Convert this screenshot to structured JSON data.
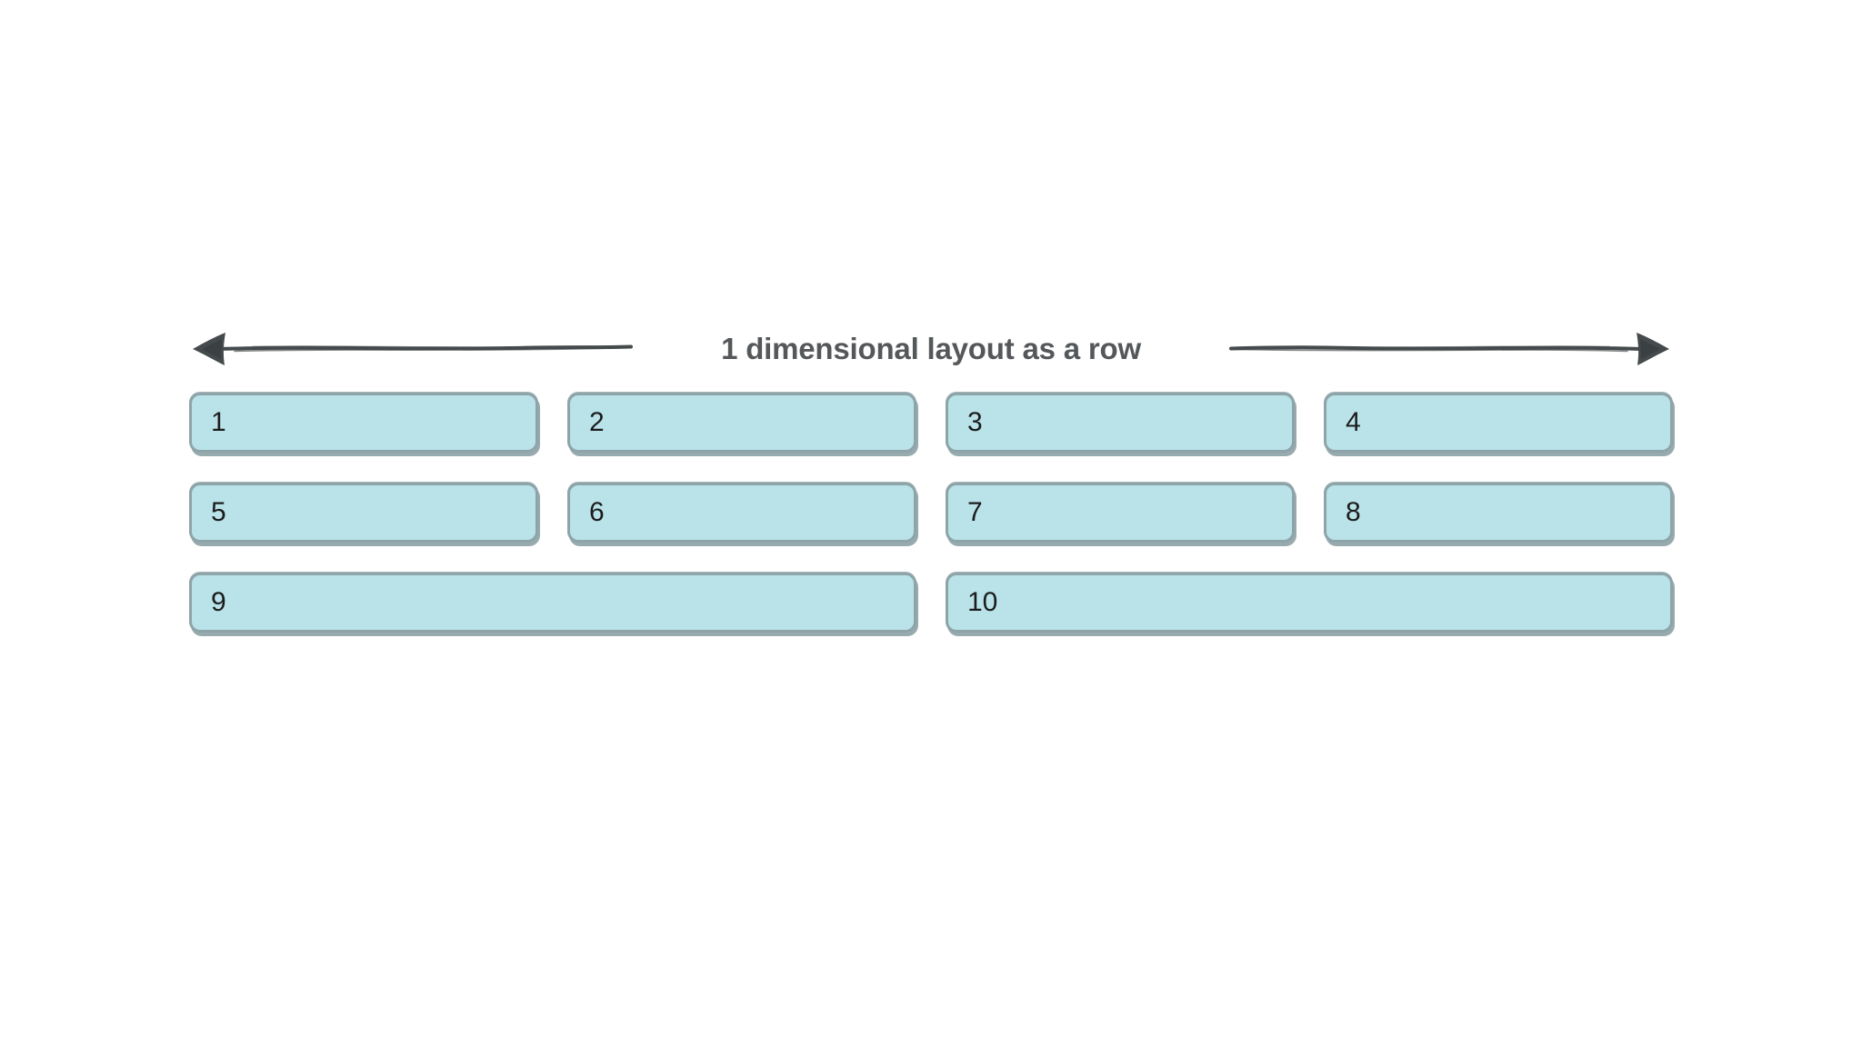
{
  "diagram": {
    "title": "1 dimensional layout as a row",
    "items": [
      {
        "label": "1",
        "span": 1
      },
      {
        "label": "2",
        "span": 1
      },
      {
        "label": "3",
        "span": 1
      },
      {
        "label": "4",
        "span": 1
      },
      {
        "label": "5",
        "span": 1
      },
      {
        "label": "6",
        "span": 1
      },
      {
        "label": "7",
        "span": 1
      },
      {
        "label": "8",
        "span": 1
      },
      {
        "label": "9",
        "span": 2
      },
      {
        "label": "10",
        "span": 2
      }
    ],
    "icons": [
      {
        "name": "left-arrow-icon",
        "direction": "left"
      },
      {
        "name": "right-arrow-icon",
        "direction": "right"
      }
    ],
    "colors": {
      "background": "#ffffff",
      "box_fill": "#b9e3e9",
      "box_border": "#8ea4a9",
      "box_shadow": "#97abaf",
      "box_text": "#1c1c1c",
      "title_text": "#55585a",
      "arrow": "#454a4c"
    }
  }
}
